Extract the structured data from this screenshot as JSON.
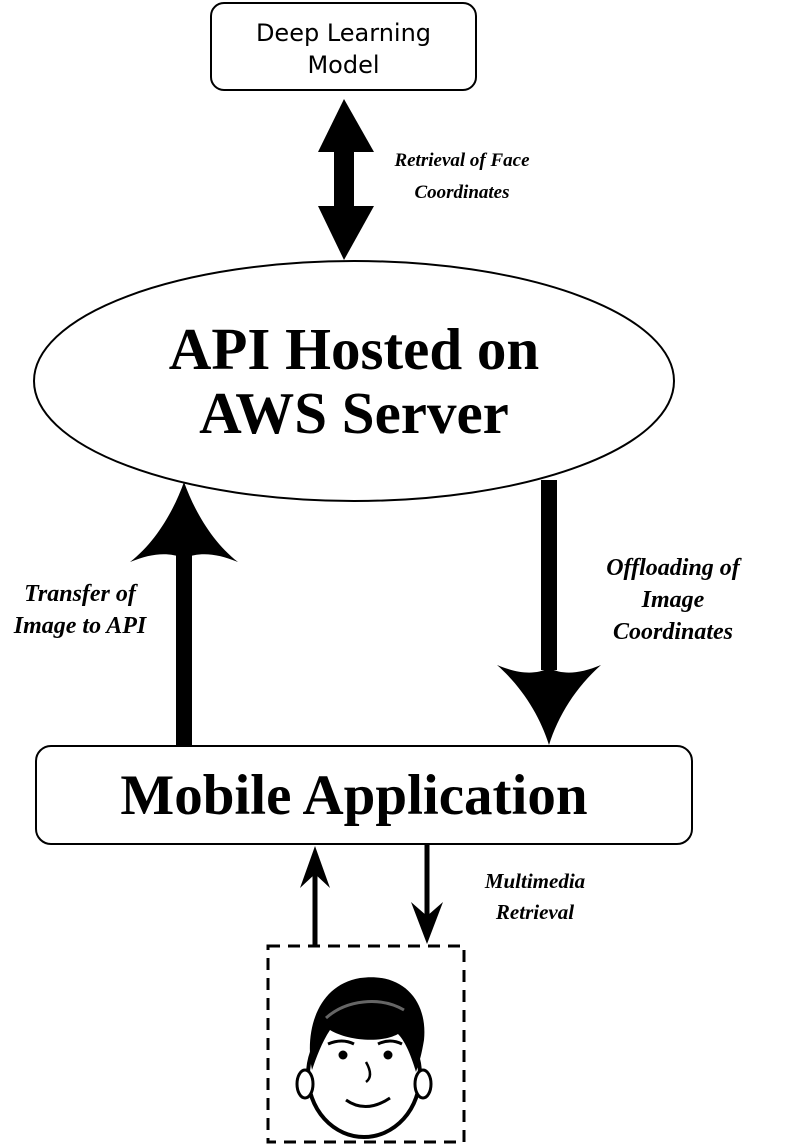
{
  "nodes": {
    "model": "Deep Learning Model",
    "api": "API Hosted on AWS Server",
    "mobile": "Mobile Application"
  },
  "edges": {
    "model_api": "Retrieval of Face Coordinates",
    "mobile_to_api": "Transfer of Image to API",
    "api_to_mobile": "Offloading of Image Coordinates",
    "user_mobile": "Multimedia Retrieval"
  },
  "icons": {
    "user": "user-face-icon"
  }
}
